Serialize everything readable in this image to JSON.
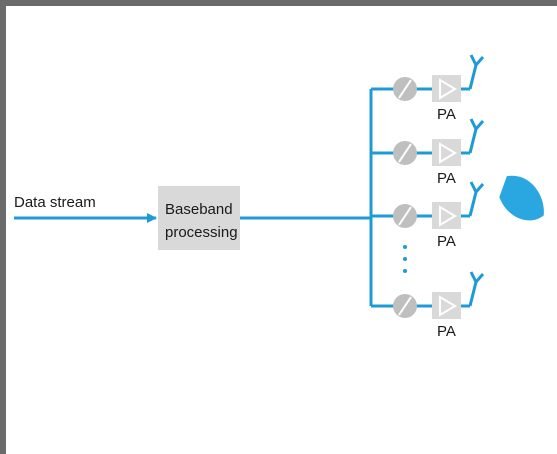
{
  "diagram": {
    "input_label": "Data stream",
    "baseband_line1": "Baseband",
    "baseband_line2": "processing",
    "pa_label": "PA",
    "ellipsis": "⋮",
    "branches": 4,
    "colors": {
      "line": "#1e9bd7",
      "box": "#d9d9d9",
      "border": "#6b6b6b",
      "text": "#1a1a1a"
    },
    "icons": [
      "phase-shifter-icon",
      "amplifier-icon",
      "antenna-icon",
      "beam-icon"
    ]
  }
}
